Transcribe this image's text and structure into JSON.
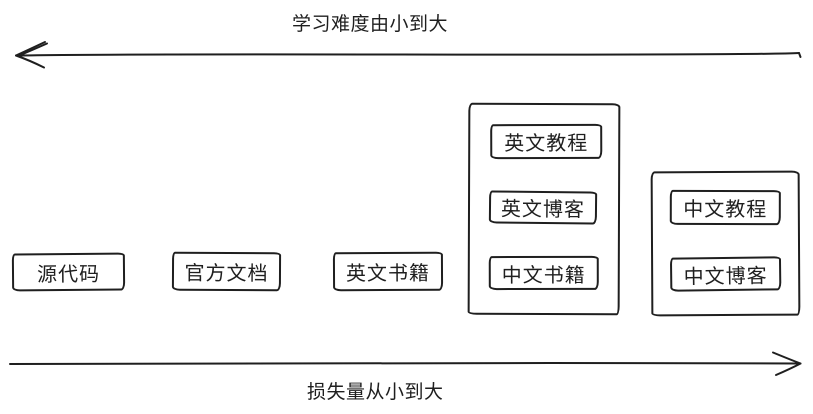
{
  "diagram": {
    "colors": {
      "stroke": "#1f1f1f",
      "background": "#ffffff"
    },
    "top_axis": {
      "label": "学习难度由小到大",
      "direction": "left"
    },
    "bottom_axis": {
      "label": "损失量从小到大",
      "direction": "right"
    },
    "standalone_boxes": [
      {
        "label": "源代码"
      },
      {
        "label": "官方文档"
      },
      {
        "label": "英文书籍"
      }
    ],
    "groups": [
      {
        "items": [
          {
            "label": "英文教程"
          },
          {
            "label": "英文博客"
          },
          {
            "label": "中文书籍"
          }
        ]
      },
      {
        "items": [
          {
            "label": "中文教程"
          },
          {
            "label": "中文博客"
          }
        ]
      }
    ]
  }
}
